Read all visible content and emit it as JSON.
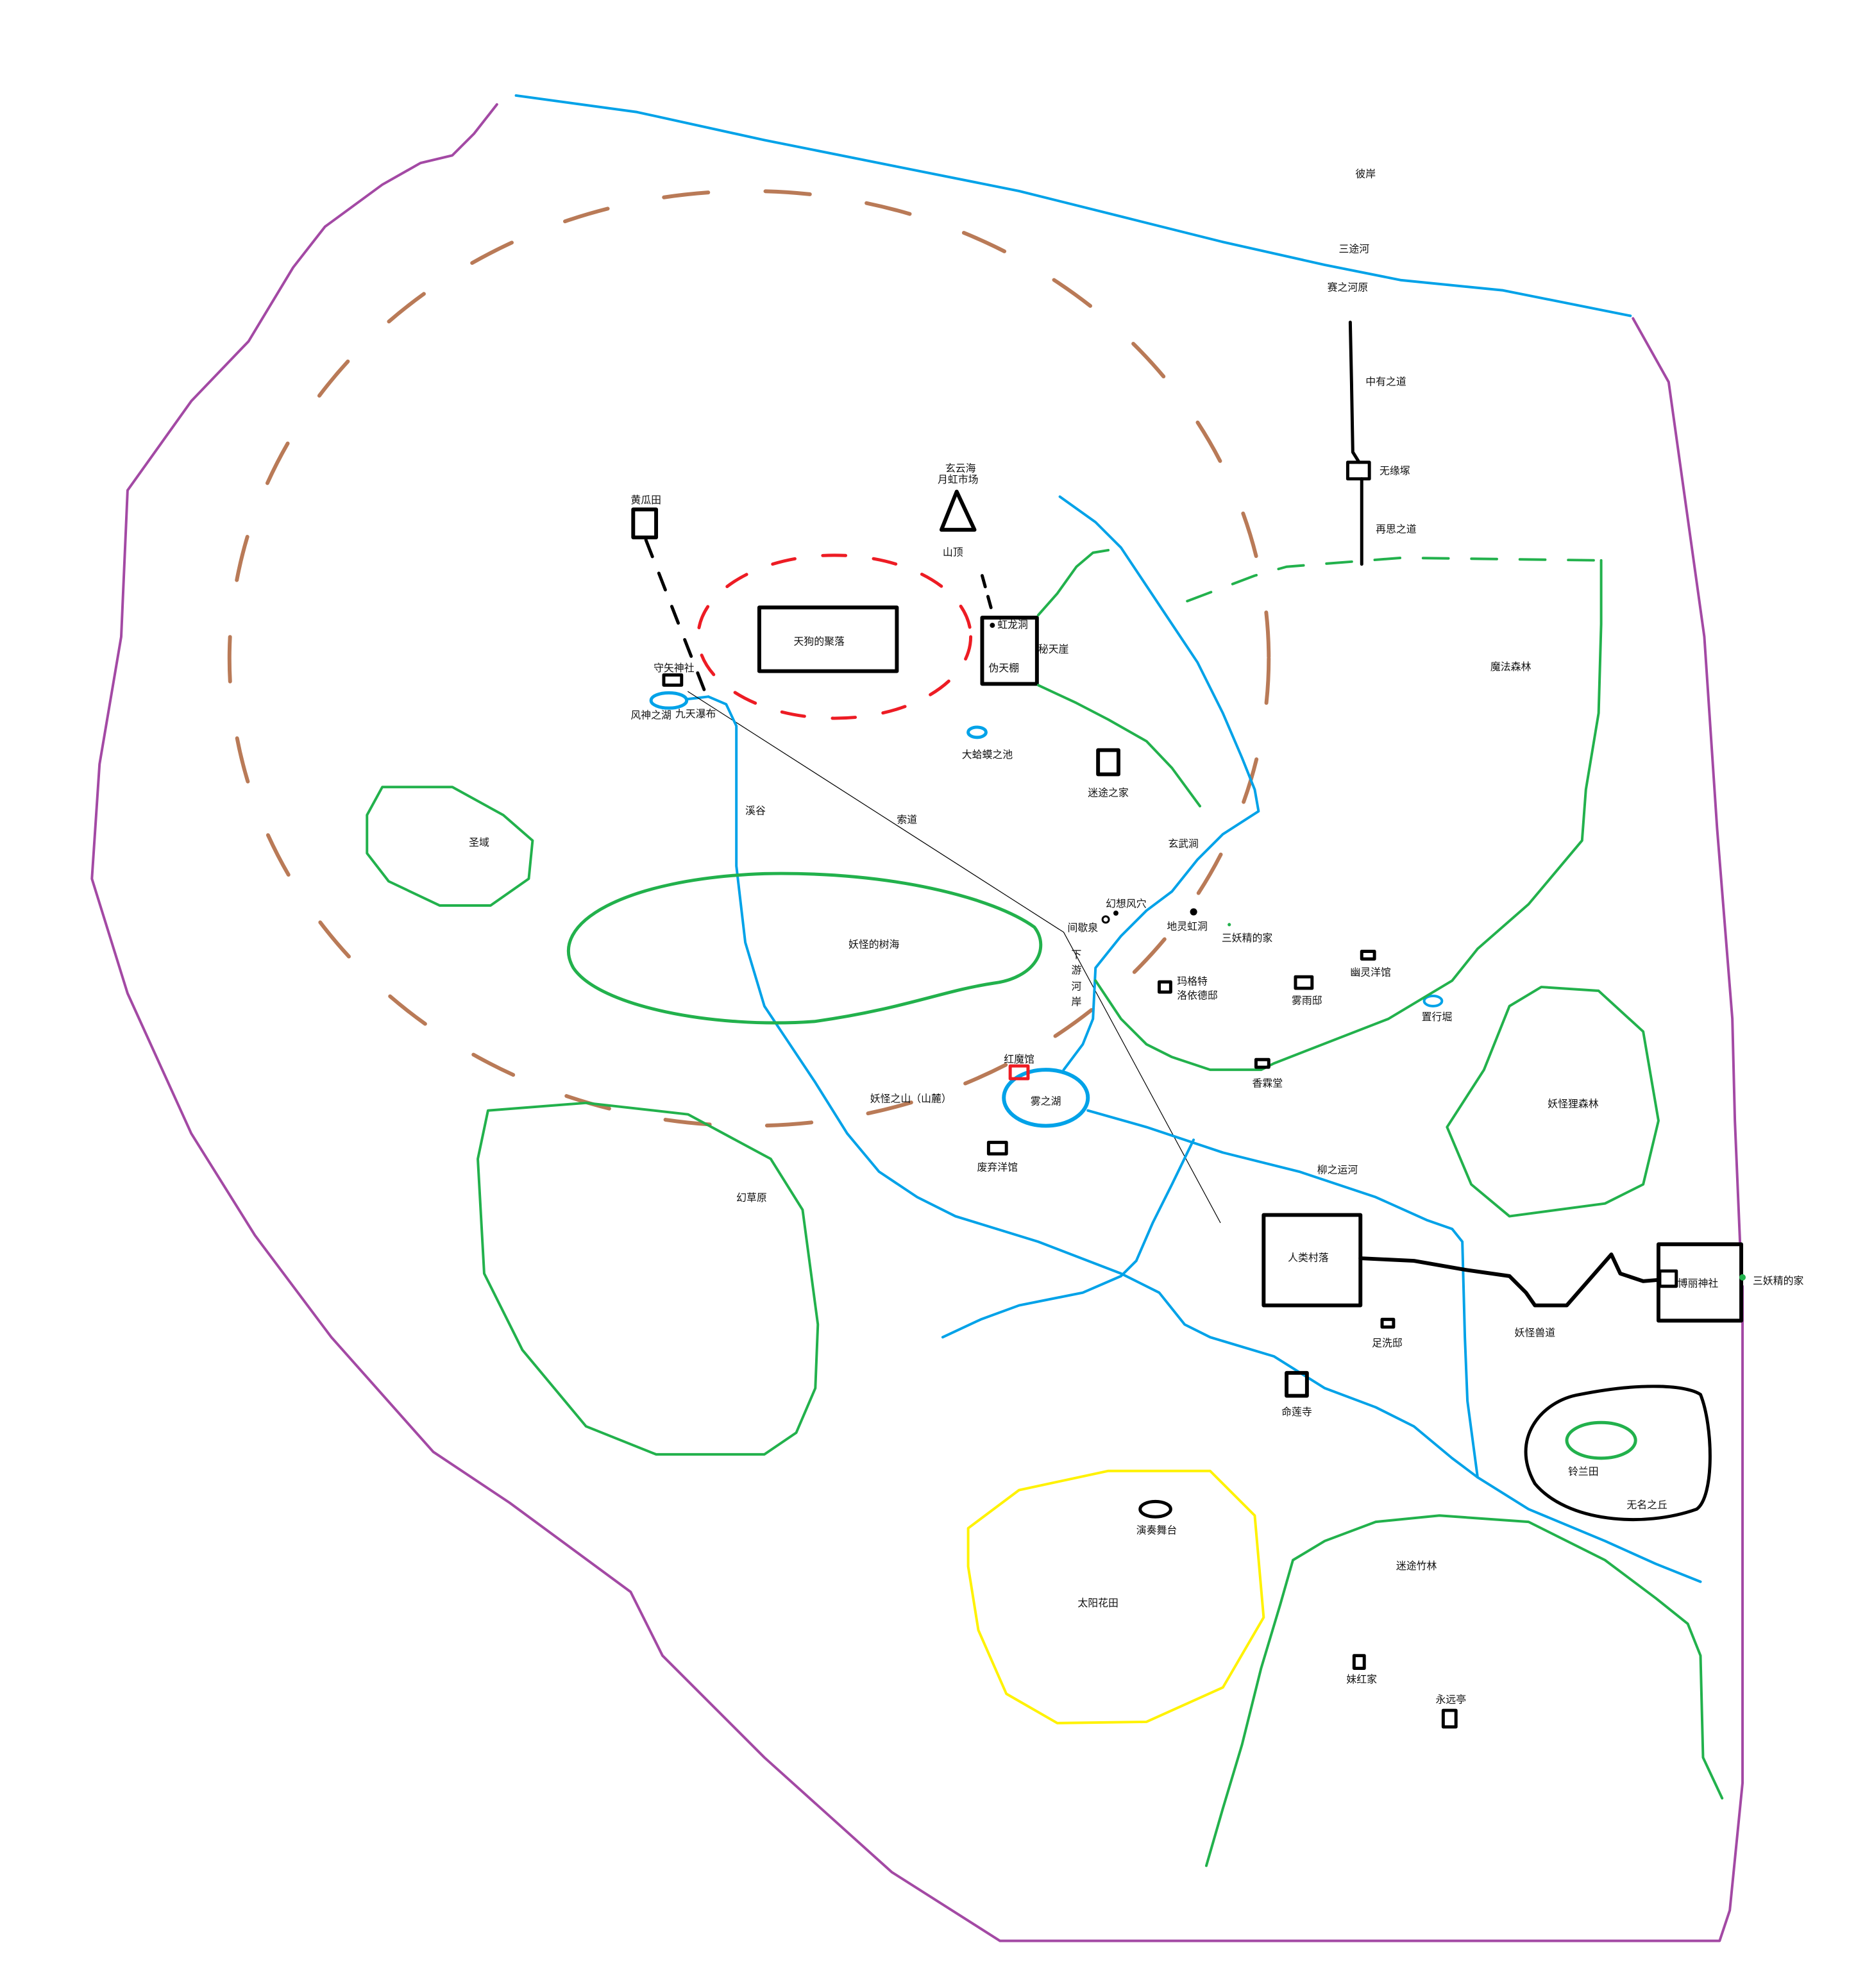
{
  "colors": {
    "border": "#a349a4",
    "river": "#00a2e8",
    "forest": "#22b14c",
    "mountain": "#b97a57",
    "tengu_area": "#ed1c24",
    "sunflower": "#fff200",
    "building": "#000000",
    "scarlet_mansion": "#ed1c24"
  },
  "places": {
    "higan": "彼岸",
    "sanzu_river": "三途河",
    "sai_riverbank": "赛之河原",
    "chuu_road": "中有之道",
    "muenzuka": "无缘塚",
    "saishi_road": "再思之道",
    "cucumber_field": "黄瓜田",
    "genun_sea": "玄云海",
    "rainbow_market": "月虹市场",
    "summit": "山顶",
    "tengu_village": "天狗的聚落",
    "rainbow_dragon_cave": "虹龙洞",
    "false_canopy": "伪天棚",
    "hidden_cliff": "秘天崖",
    "moriya_shrine": "守矢神社",
    "wind_god_lake": "风神之湖",
    "nine_heaven_falls": "九天瀑布",
    "great_toad_pond": "大蛤蟆之池",
    "mayohiga": "迷途之家",
    "forest_of_magic": "魔法森林",
    "ravine": "溪谷",
    "ropeway": "索道",
    "sanctuary": "圣域",
    "genbu_ravine": "玄武涧",
    "fantasy_wind_hole": "幻想风穴",
    "geyser": "间歇泉",
    "underground_cave": "地灵虹洞",
    "fairies_home_1": "三妖精的家",
    "youkai_forest": "妖怪的树海",
    "downstream_bank": [
      "下",
      "游",
      "河",
      "岸"
    ],
    "margatroid_1": "玛格特",
    "margatroid_2": "洛依德邸",
    "kirisame": "雾雨邸",
    "prismriver": "幽灵洋馆",
    "okiyuki_moat": "置行堀",
    "scarlet_mansion": "红魔馆",
    "misty_lake": "雾之湖",
    "kourindou": "香霖堂",
    "youkai_mountain_foot": "妖怪之山（山麓）",
    "abandoned_mansion": "废弃洋馆",
    "tanuki_forest": "妖怪狸森林",
    "willow_canal": "柳之运河",
    "phantom_meadow": "幻草原",
    "human_village": "人类村落",
    "hakurei_shrine": "博丽神社",
    "fairies_home_2": "三妖精的家",
    "youkai_trail": "妖怪兽道",
    "ashiarai": "足洗邸",
    "myouren_temple": "命莲寺",
    "lily_field": "铃兰田",
    "nameless_hill": "无名之丘",
    "concert_stage": "演奏舞台",
    "sunflower_field": "太阳花田",
    "bamboo_forest": "迷途竹林",
    "mokou_home": "妹红家",
    "eientei": "永远亭"
  }
}
